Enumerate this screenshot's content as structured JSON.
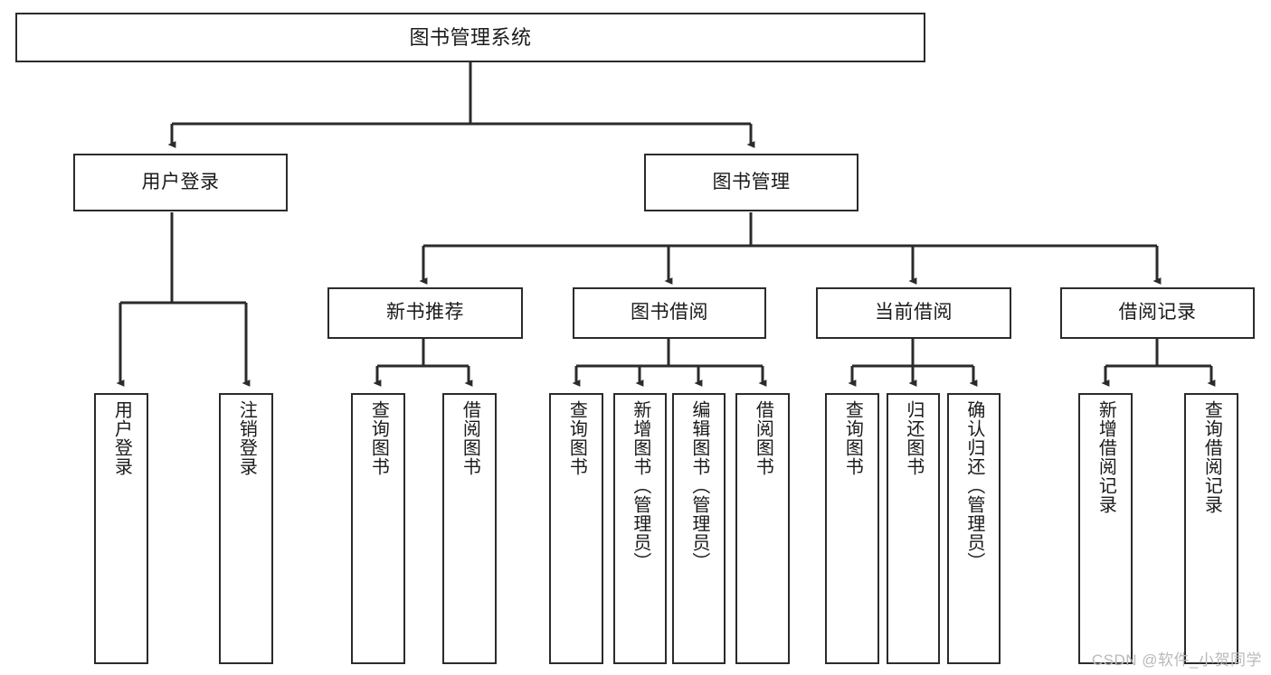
{
  "diagram": {
    "title": "图书管理系统",
    "type": "functional-structure-tree",
    "watermark": "CSDN @软件_小贺同学",
    "colors": {
      "box_border": "#2b2b2b",
      "box_fill": "#ffffff",
      "connector": "#2b2b2b",
      "text": "#1a1a1a",
      "watermark": "#b9b9b9",
      "background": "#ffffff"
    },
    "root": {
      "label": "图书管理系统"
    },
    "level2": [
      {
        "label": "用户登录"
      },
      {
        "label": "图书管理"
      }
    ],
    "level3": [
      {
        "label": "新书推荐"
      },
      {
        "label": "图书借阅"
      },
      {
        "label": "当前借阅"
      },
      {
        "label": "借阅记录"
      }
    ],
    "leaves": {
      "user_login": [
        {
          "label": "用户登录"
        },
        {
          "label": "注销登录"
        }
      ],
      "new_book_recommend": [
        {
          "label": "查询图书"
        },
        {
          "label": "借阅图书"
        }
      ],
      "book_borrow": [
        {
          "label": "查询图书"
        },
        {
          "label": "新增图书（管理员）"
        },
        {
          "label": "编辑图书（管理员）"
        },
        {
          "label": "借阅图书"
        }
      ],
      "current_borrow": [
        {
          "label": "查询图书"
        },
        {
          "label": "归还图书"
        },
        {
          "label": "确认归还（管理员）"
        }
      ],
      "borrow_records": [
        {
          "label": "新增借阅记录"
        },
        {
          "label": "查询借阅记录"
        }
      ]
    }
  }
}
